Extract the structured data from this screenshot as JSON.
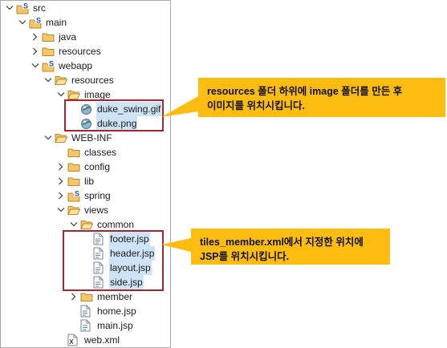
{
  "tree": {
    "items": [
      {
        "id": "src",
        "label": "src",
        "icon": "source-folder",
        "chevron": "down",
        "indent": 0
      },
      {
        "id": "main",
        "label": "main",
        "icon": "source-folder",
        "chevron": "down",
        "indent": 1
      },
      {
        "id": "java",
        "label": "java",
        "icon": "folder",
        "chevron": "right",
        "indent": 2
      },
      {
        "id": "resources",
        "label": "resources",
        "icon": "folder",
        "chevron": "right",
        "indent": 2
      },
      {
        "id": "webapp",
        "label": "webapp",
        "icon": "source-folder",
        "chevron": "down",
        "indent": 2
      },
      {
        "id": "webapp-resources",
        "label": "resources",
        "icon": "folder-open",
        "chevron": "down",
        "indent": 3
      },
      {
        "id": "image",
        "label": "image",
        "icon": "folder-open",
        "chevron": "down",
        "indent": 4
      },
      {
        "id": "duke-swing",
        "label": "duke_swing.gif",
        "icon": "image-file",
        "chevron": "none",
        "indent": 5,
        "selected": true
      },
      {
        "id": "duke-png",
        "label": "duke.png",
        "icon": "image-file",
        "chevron": "none",
        "indent": 5,
        "selected": true
      },
      {
        "id": "web-inf",
        "label": "WEB-INF",
        "icon": "folder-open",
        "chevron": "down",
        "indent": 3
      },
      {
        "id": "classes",
        "label": "classes",
        "icon": "folder",
        "chevron": "none",
        "indent": 4
      },
      {
        "id": "config",
        "label": "config",
        "icon": "folder",
        "chevron": "right",
        "indent": 4
      },
      {
        "id": "lib",
        "label": "lib",
        "icon": "folder",
        "chevron": "right",
        "indent": 4
      },
      {
        "id": "spring",
        "label": "spring",
        "icon": "source-folder",
        "chevron": "right",
        "indent": 4
      },
      {
        "id": "views",
        "label": "views",
        "icon": "folder-open",
        "chevron": "down",
        "indent": 4
      },
      {
        "id": "common",
        "label": "common",
        "icon": "folder-open",
        "chevron": "down",
        "indent": 5
      },
      {
        "id": "footer",
        "label": "footer.jsp",
        "icon": "jsp-file",
        "chevron": "none",
        "indent": 6,
        "selected": true
      },
      {
        "id": "header",
        "label": "header.jsp",
        "icon": "jsp-file",
        "chevron": "none",
        "indent": 6,
        "selected": true
      },
      {
        "id": "layout",
        "label": "layout.jsp",
        "icon": "jsp-file",
        "chevron": "none",
        "indent": 6,
        "selected": true
      },
      {
        "id": "side",
        "label": "side.jsp",
        "icon": "jsp-file",
        "chevron": "none",
        "indent": 6,
        "selected": true
      },
      {
        "id": "member",
        "label": "member",
        "icon": "folder",
        "chevron": "right",
        "indent": 5
      },
      {
        "id": "home",
        "label": "home.jsp",
        "icon": "jsp-file",
        "chevron": "none",
        "indent": 5
      },
      {
        "id": "mainjsp",
        "label": "main.jsp",
        "icon": "jsp-file",
        "chevron": "none",
        "indent": 5
      },
      {
        "id": "webxml",
        "label": "web.xml",
        "icon": "xml-file",
        "chevron": "none",
        "indent": 4
      }
    ]
  },
  "callouts": {
    "image_note": [
      "resources 폴더 하위에 image 폴더를 만든 후",
      "이미지를 위치시킵니다."
    ],
    "jsp_note": [
      "tiles_member.xml에서 지정한 위치에",
      "JSP를 위치시킵니다."
    ]
  },
  "colors": {
    "callout_bg": "#fdbd10",
    "highlight_box": "#a0282e",
    "selection": "#cfe3f6"
  }
}
